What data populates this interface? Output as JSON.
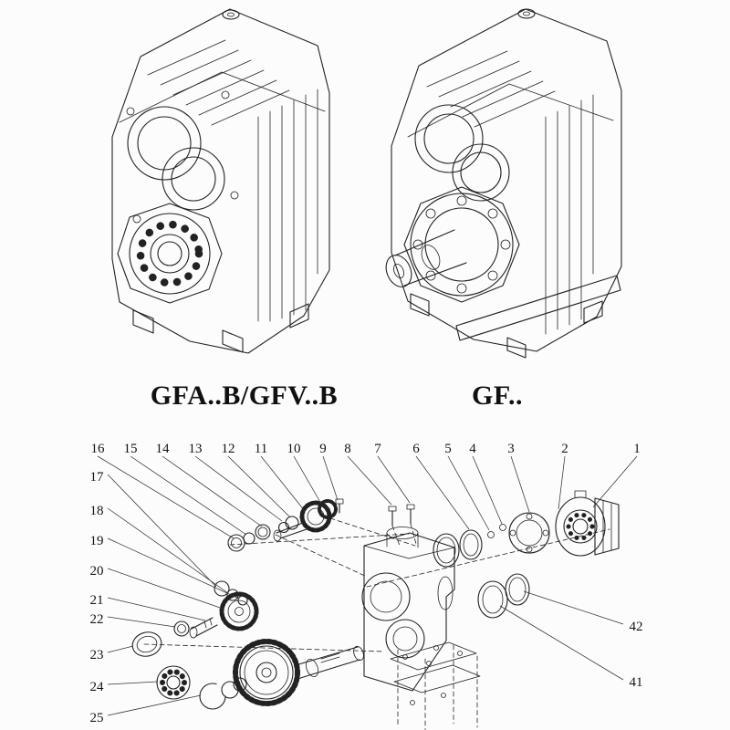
{
  "labels": {
    "left_model": "GFA..B/GFV..B",
    "right_model": "GF.."
  },
  "exploded": {
    "top_row": [
      "16",
      "15",
      "14",
      "13",
      "12",
      "11",
      "10",
      "9",
      "8",
      "7",
      "6",
      "5",
      "4",
      "3",
      "2",
      "1"
    ],
    "left_column": [
      "17",
      "18",
      "19",
      "20",
      "21",
      "22",
      "23",
      "24",
      "25"
    ],
    "right_column": [
      "42",
      "41"
    ]
  },
  "colors": {
    "ink": "#222222",
    "paper": "#fcfcfc"
  }
}
